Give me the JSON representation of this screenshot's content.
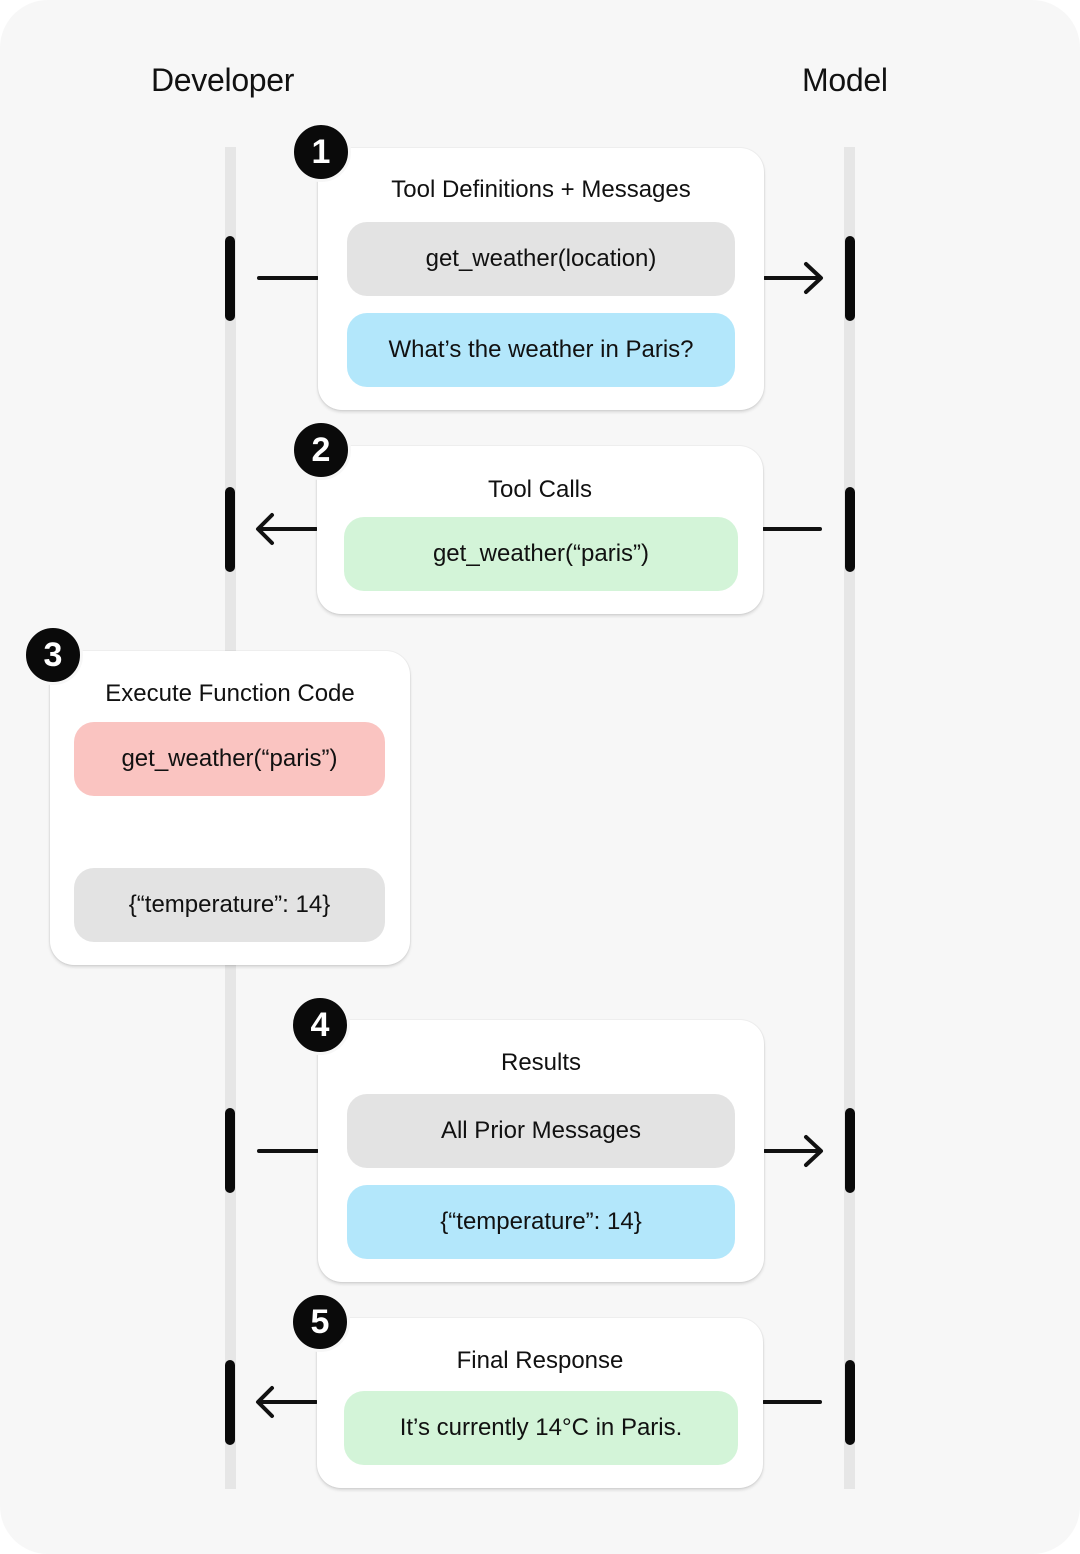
{
  "columns": {
    "left": "Developer",
    "right": "Model"
  },
  "colors": {
    "gray_pill": "#e3e3e3",
    "blue_pill": "#b3e7fb",
    "green_pill": "#d3f4d8",
    "red_pill": "#fac4c1",
    "badge": "#0a0a0a"
  },
  "steps": [
    {
      "number": "1",
      "title": "Tool Definitions + Messages",
      "pills": [
        "get_weather(location)",
        "What’s the weather in Paris?"
      ]
    },
    {
      "number": "2",
      "title": "Tool Calls",
      "pills": [
        "get_weather(“paris”)"
      ]
    },
    {
      "number": "3",
      "title": "Execute Function Code",
      "pills": [
        "get_weather(“paris”)",
        "{“temperature”: 14}"
      ]
    },
    {
      "number": "4",
      "title": "Results",
      "pills": [
        "All Prior Messages",
        "{“temperature”: 14}"
      ]
    },
    {
      "number": "5",
      "title": "Final Response",
      "pills": [
        "It’s currently 14°C in Paris."
      ]
    }
  ]
}
